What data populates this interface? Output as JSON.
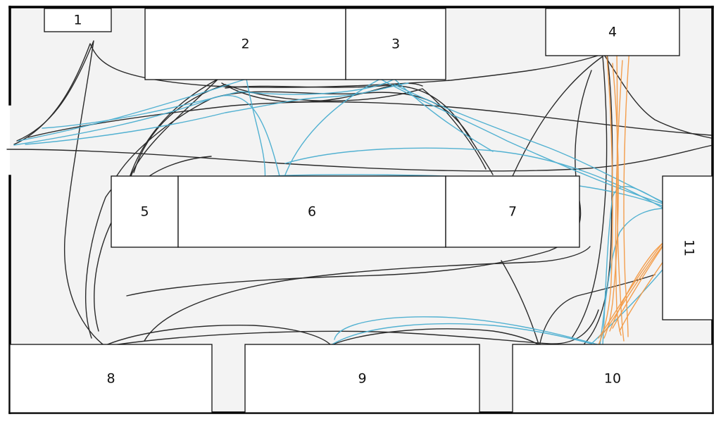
{
  "rooms": [
    {
      "id": "room-1",
      "label": "1"
    },
    {
      "id": "room-2",
      "label": "2"
    },
    {
      "id": "room-3",
      "label": "3"
    },
    {
      "id": "room-4",
      "label": "4"
    },
    {
      "id": "room-5",
      "label": "5"
    },
    {
      "id": "room-6",
      "label": "6"
    },
    {
      "id": "room-7",
      "label": "7"
    },
    {
      "id": "room-8",
      "label": "8"
    },
    {
      "id": "room-9",
      "label": "9"
    },
    {
      "id": "room-10",
      "label": "10"
    },
    {
      "id": "room-11",
      "label": "11"
    }
  ],
  "colors": {
    "floor": "#f3f3f3",
    "walls": "#000000",
    "room_fill": "#ffffff",
    "trail_black": "#1a1a1a",
    "trail_blue": "#4aaed0",
    "trail_orange": "#f39a45"
  }
}
